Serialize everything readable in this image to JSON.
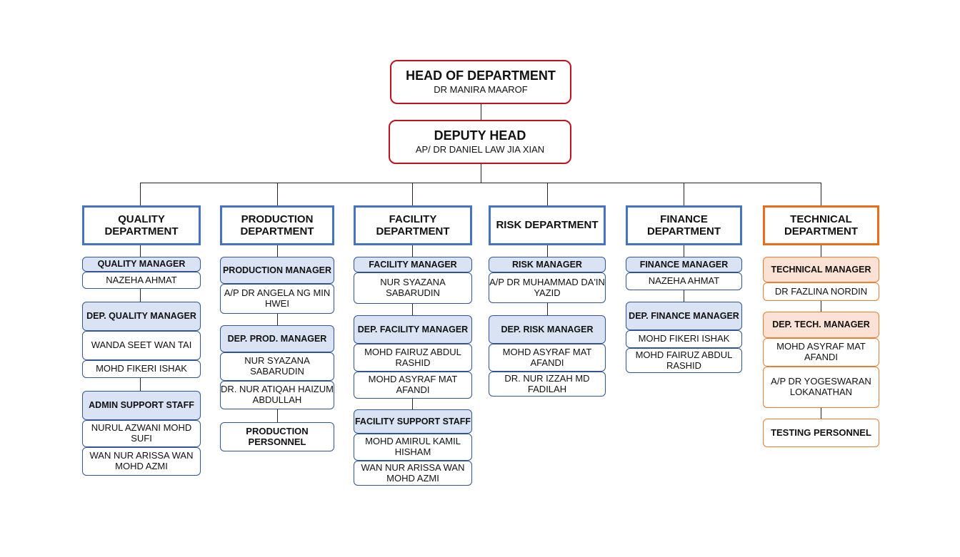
{
  "head": {
    "title": "HEAD OF DEPARTMENT",
    "name": "DR MANIRA MAAROF"
  },
  "deputy": {
    "title": "DEPUTY HEAD",
    "name": "AP/ DR DANIEL LAW JIA XIAN"
  },
  "departments": [
    {
      "id": "quality",
      "name": "QUALITY DEPARTMENT",
      "accent": "#4472c4",
      "groups": [
        {
          "role": "QUALITY MANAGER",
          "people": [
            "NAZEHA AHMAT"
          ]
        },
        {
          "role": "DEP. QUALITY MANAGER",
          "people": [
            "WANDA SEET WAN TAI",
            "MOHD FIKERI ISHAK"
          ]
        },
        {
          "role": "ADMIN SUPPORT STAFF",
          "people": [
            "NURUL AZWANI MOHD SUFI",
            "WAN NUR ARISSA WAN MOHD AZMI"
          ]
        }
      ]
    },
    {
      "id": "production",
      "name": "PRODUCTION DEPARTMENT",
      "accent": "#4472c4",
      "groups": [
        {
          "role": "PRODUCTION MANAGER",
          "people": [
            "A/P DR ANGELA NG MIN HWEI"
          ]
        },
        {
          "role": "DEP. PROD. MANAGER",
          "people": [
            "NUR SYAZANA SABARUDIN",
            "DR. NUR ATIQAH HAIZUM ABDULLAH"
          ]
        },
        {
          "role": "PRODUCTION PERSONNEL",
          "people": []
        }
      ]
    },
    {
      "id": "facility",
      "name": "FACILITY DEPARTMENT",
      "accent": "#4472c4",
      "groups": [
        {
          "role": "FACILITY MANAGER",
          "people": [
            "NUR SYAZANA SABARUDIN"
          ]
        },
        {
          "role": "DEP. FACILITY MANAGER",
          "people": [
            "MOHD FAIRUZ ABDUL RASHID",
            "MOHD ASYRAF MAT AFANDI"
          ]
        },
        {
          "role": "FACILITY SUPPORT STAFF",
          "people": [
            "MOHD AMIRUL KAMIL HISHAM",
            "WAN NUR ARISSA WAN MOHD AZMI"
          ]
        }
      ]
    },
    {
      "id": "risk",
      "name": "RISK DEPARTMENT",
      "accent": "#4472c4",
      "groups": [
        {
          "role": "RISK MANAGER",
          "people": [
            "A/P DR MUHAMMAD DA'IN YAZID"
          ]
        },
        {
          "role": "DEP. RISK MANAGER",
          "people": [
            "MOHD ASYRAF MAT AFANDI",
            "DR. NUR IZZAH MD FADILAH"
          ]
        }
      ]
    },
    {
      "id": "finance",
      "name": "FINANCE DEPARTMENT",
      "accent": "#4472c4",
      "groups": [
        {
          "role": "FINANCE MANAGER",
          "people": [
            "NAZEHA AHMAT"
          ]
        },
        {
          "role": "DEP. FINANCE MANAGER",
          "people": [
            "MOHD FIKERI ISHAK",
            "MOHD FAIRUZ ABDUL RASHID"
          ]
        }
      ]
    },
    {
      "id": "technical",
      "name": "TECHNICAL DEPARTMENT",
      "accent": "#ed6c1a",
      "groups": [
        {
          "role": "TECHNICAL MANAGER",
          "people": [
            "DR FAZLINA NORDIN"
          ]
        },
        {
          "role": "DEP. TECH. MANAGER",
          "people": [
            "MOHD ASYRAF MAT AFANDI",
            "A/P DR YOGESWARAN LOKANATHAN"
          ]
        },
        {
          "role": "TESTING PERSONNEL",
          "people": []
        }
      ]
    }
  ]
}
